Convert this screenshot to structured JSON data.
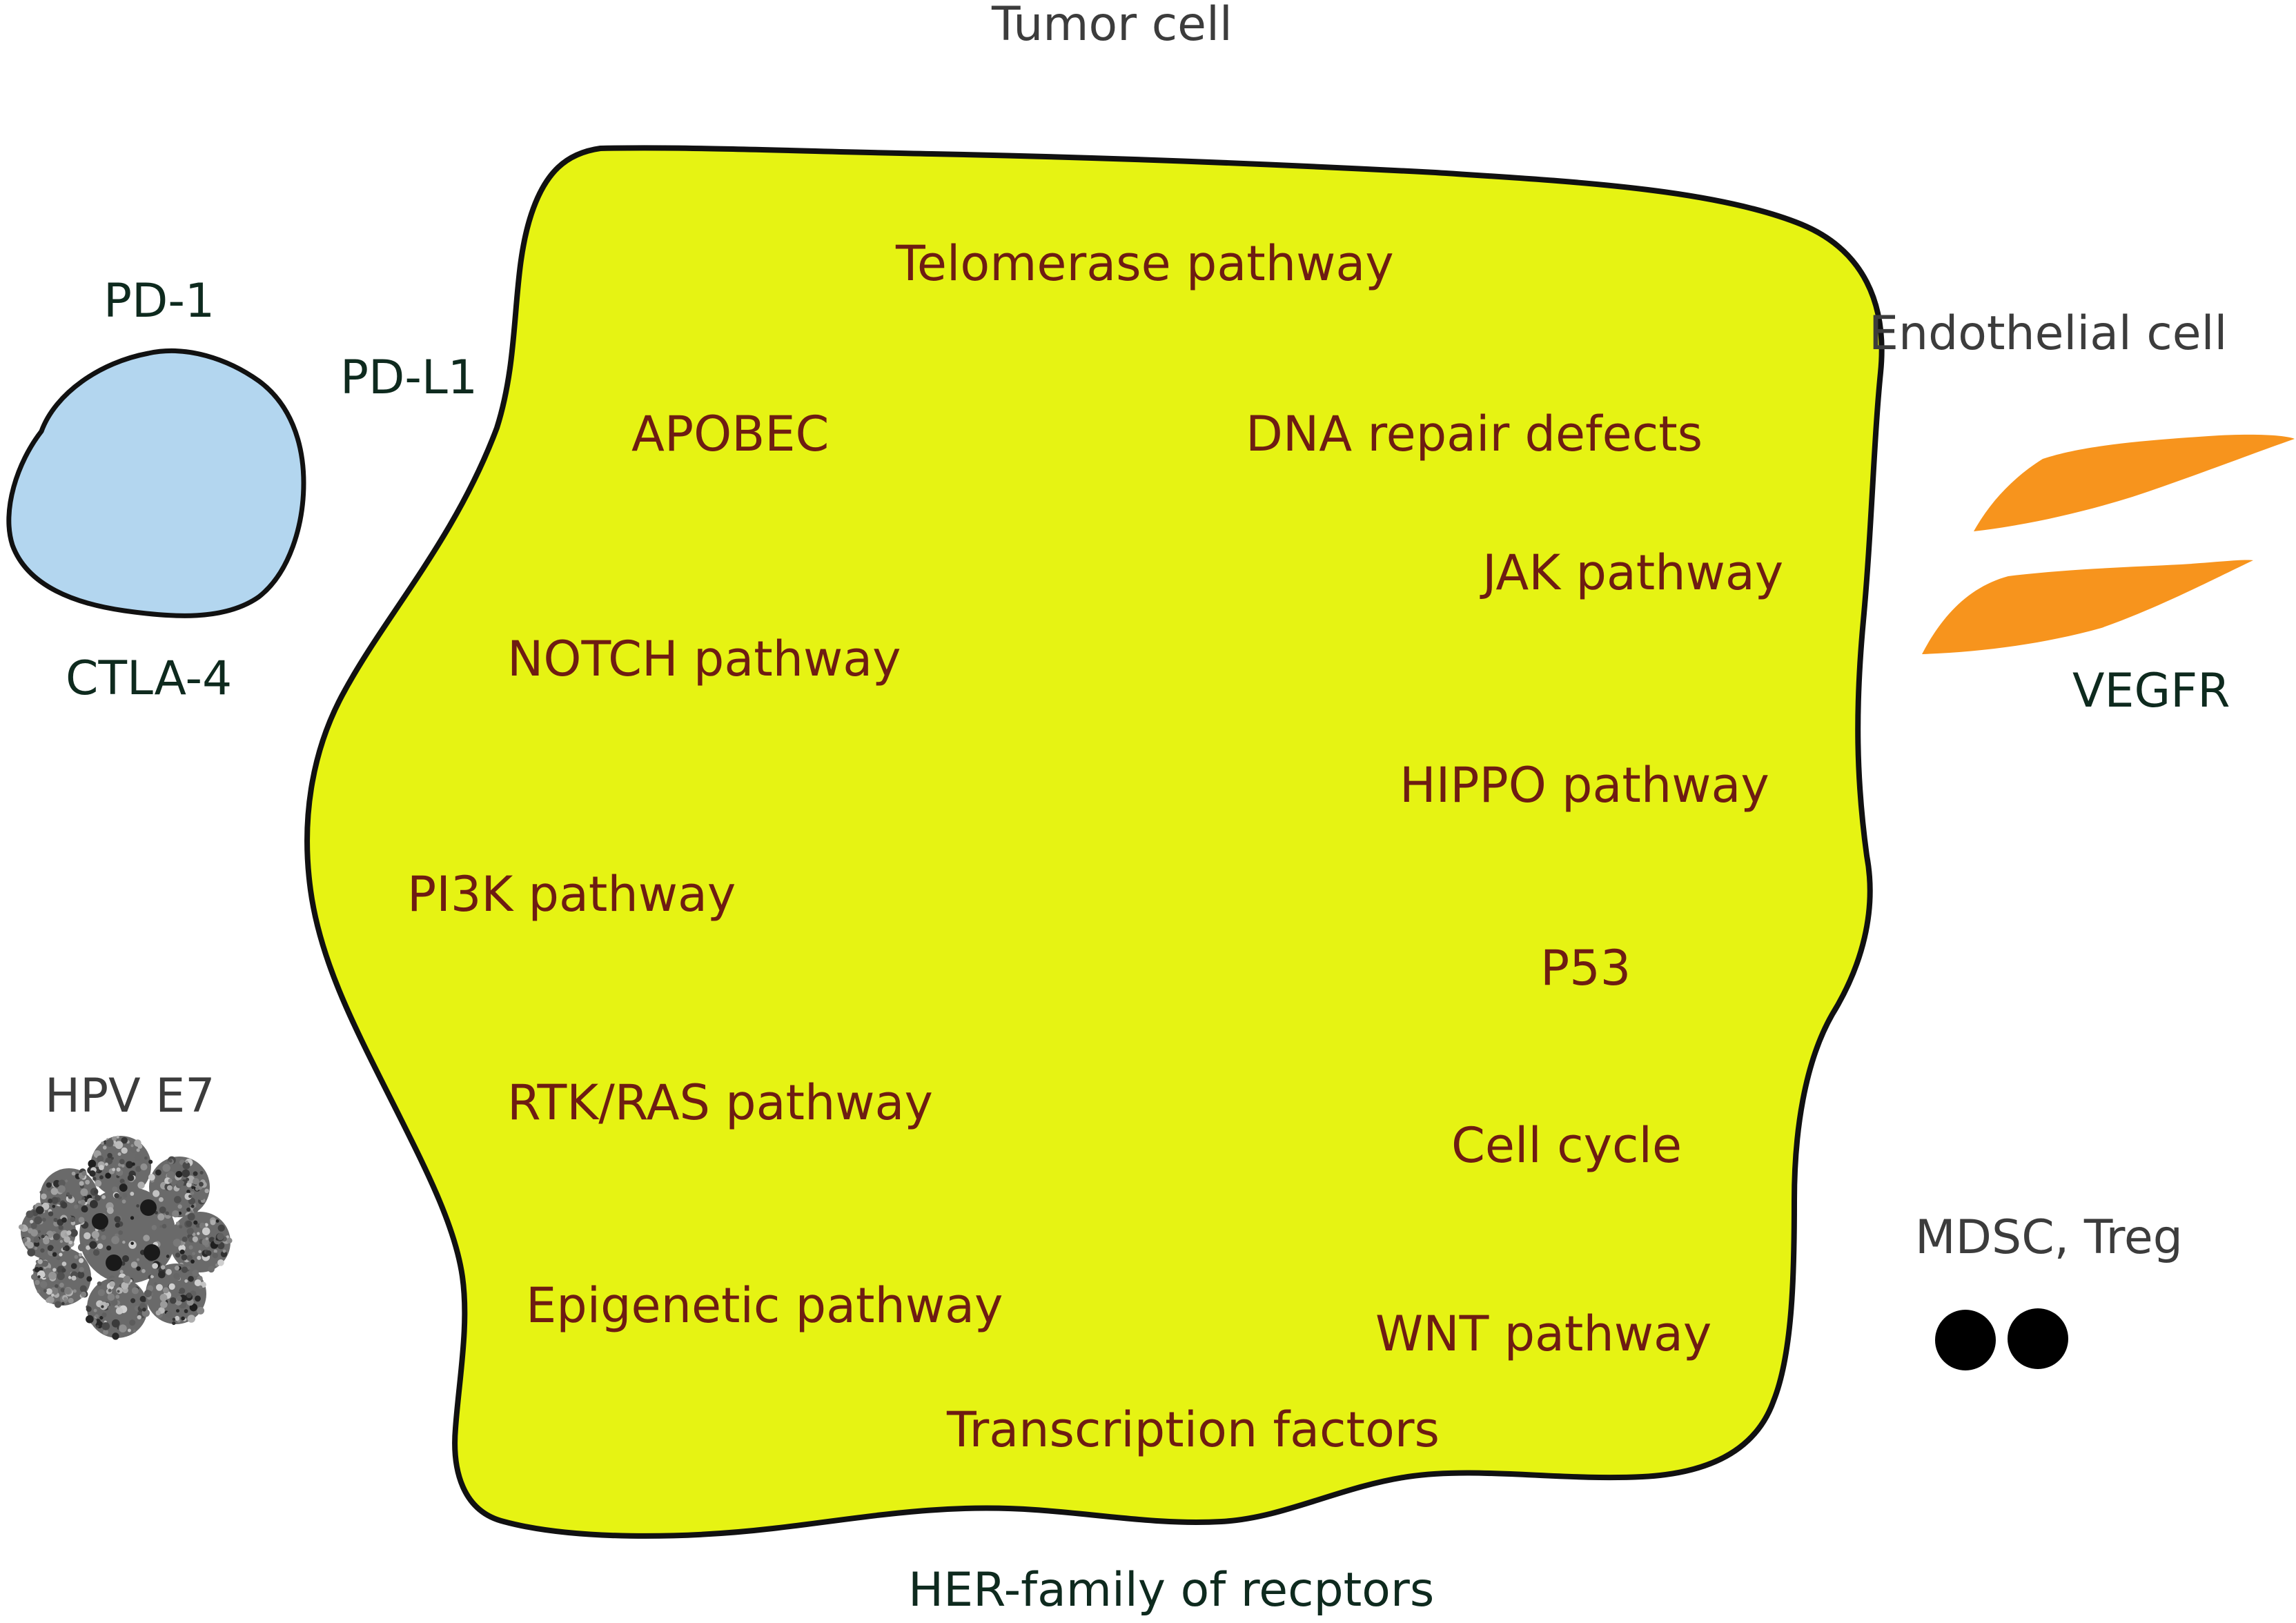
{
  "colors": {
    "tumor_fill": "#e6f313",
    "tumor_outline": "#111111",
    "tcell_fill": "#b3d6ef",
    "endothelial_fill": "#f7941d",
    "pathway_text": "#6e1c12",
    "label_text": "#3c3c3c",
    "marker_text": "#0e2a1e",
    "cell_dots": "#000000"
  },
  "labels": {
    "tumor_cell": "Tumor cell",
    "pd1": "PD-1",
    "pdl1": "PD-L1",
    "ctla4": "CTLA-4",
    "endothelial_cell": "Endothelial cell",
    "vegfr": "VEGFR",
    "hpv_e7": "HPV E7",
    "mdsc_treg": "MDSC, Treg",
    "her_family": "HER-family of recptors"
  },
  "pathways": {
    "telomerase": "Telomerase pathway",
    "apobec": "APOBEC",
    "dna_repair": "DNA repair defects",
    "jak": "JAK pathway",
    "notch": "NOTCH pathway",
    "hippo": "HIPPO pathway",
    "pi3k": "PI3K pathway",
    "p53": "P53",
    "rtk_ras": "RTK/RAS pathway",
    "cell_cycle": "Cell cycle",
    "epigenetic": "Epigenetic pathway",
    "wnt": "WNT pathway",
    "transcription": "Transcription factors"
  },
  "icons": {
    "tcell": "immune-t-cell-blob",
    "endothelial": "endothelial-cell-shape",
    "virus": "hpv-virus-particle",
    "suppressor_cells": "black-dot-cells"
  }
}
